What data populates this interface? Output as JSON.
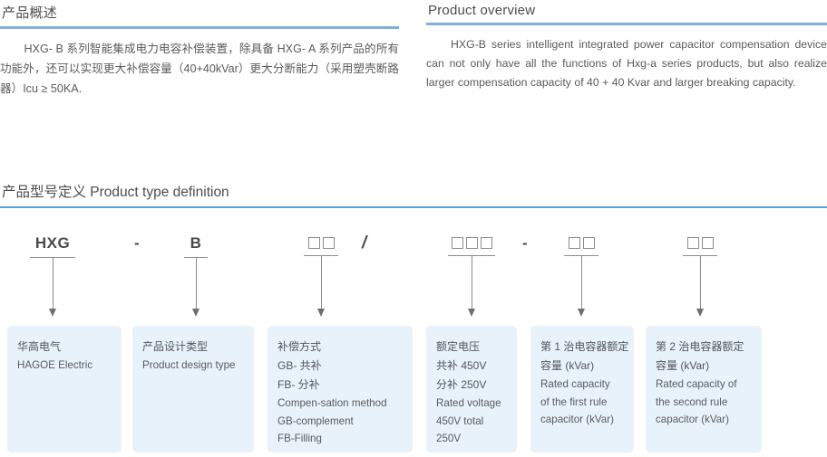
{
  "intro": {
    "left": {
      "heading": "产品概述",
      "body": "HXG- B 系列智能集成电力电容补偿装置，除具备 HXG- A 系列产品的所有功能外，还可以实现更大补偿容量（40+40kVar）更大分断能力（采用塑壳断路器）Icu ≥ 50KA."
    },
    "right": {
      "heading": "Product overview",
      "body": "HXG-B series intelligent integrated power capacitor compensation device can not only have all the functions of Hxg-a series products, but also realize larger compensation capacity of 40 + 40 Kvar and larger breaking capacity."
    }
  },
  "section2": {
    "title": "产品型号定义 Product type definition"
  },
  "code_row": {
    "groups": [
      {
        "text": "HXG",
        "type": "text"
      },
      {
        "text": "B",
        "type": "text"
      },
      {
        "squares": 2,
        "type": "squares"
      },
      {
        "squares": 3,
        "type": "squares"
      },
      {
        "squares": 2,
        "type": "squares"
      },
      {
        "squares": 2,
        "type": "squares"
      }
    ],
    "separators": [
      {
        "text": "-"
      },
      {
        "text": "/"
      },
      {
        "text": "-"
      }
    ]
  },
  "cards": [
    {
      "lines": [
        {
          "text": "华高电气",
          "cn": true
        },
        {
          "text": "HAGOE Electric",
          "cn": false
        }
      ]
    },
    {
      "lines": [
        {
          "text": "产品设计类型",
          "cn": true
        },
        {
          "text": "Product design type",
          "cn": false
        }
      ]
    },
    {
      "lines": [
        {
          "text": "补偿方式",
          "cn": true
        },
        {
          "text": "GB- 共补",
          "cn": true
        },
        {
          "text": "FB- 分补",
          "cn": true
        },
        {
          "text": "Compen-sation method",
          "cn": false
        },
        {
          "text": "GB-complement",
          "cn": false
        },
        {
          "text": "FB-Filling",
          "cn": false
        }
      ]
    },
    {
      "lines": [
        {
          "text": "额定电压",
          "cn": true
        },
        {
          "text": "共补 450V",
          "cn": true
        },
        {
          "text": "分补 250V",
          "cn": true
        },
        {
          "text": "Rated voltage",
          "cn": false
        },
        {
          "text": "450V total",
          "cn": false
        },
        {
          "text": "250V",
          "cn": false
        }
      ]
    },
    {
      "lines": [
        {
          "text": "第 1 治电容器额定",
          "cn": true
        },
        {
          "text": "容量 (kVar)",
          "cn": true
        },
        {
          "text": "Rated capacity",
          "cn": false
        },
        {
          "text": "of the first rule",
          "cn": false
        },
        {
          "text": "capacitor (kVar)",
          "cn": false
        }
      ]
    },
    {
      "lines": [
        {
          "text": "第 2 治电容器额定",
          "cn": true
        },
        {
          "text": "容量 (kVar)",
          "cn": true
        },
        {
          "text": "Rated capacity of",
          "cn": false
        },
        {
          "text": "the second rule",
          "cn": false
        },
        {
          "text": "capacitor (kVar)",
          "cn": false
        }
      ]
    }
  ],
  "colors": {
    "rule": "#7fb0d8",
    "rule2": "#5ba3dd",
    "card_bg": "#e7f2fb",
    "text": "#58595b"
  }
}
